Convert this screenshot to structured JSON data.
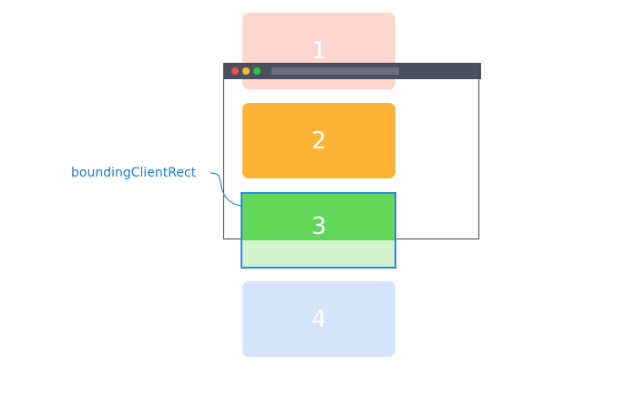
{
  "boxes": [
    {
      "label": "1",
      "color": "#fdd6d0"
    },
    {
      "label": "2",
      "color": "#fdb436"
    },
    {
      "label": "3",
      "color": "#62d658",
      "outside_color": "#d4f2cd"
    },
    {
      "label": "4",
      "color": "#d5e4fb"
    }
  ],
  "browser": {
    "frame_color": "#454953",
    "titlebar_color": "#4b5060",
    "buttons": [
      "#f2504b",
      "#f8bd2c",
      "#28c940"
    ]
  },
  "annotation": {
    "label": "boundingClientRect",
    "color": "#2b88e6"
  }
}
